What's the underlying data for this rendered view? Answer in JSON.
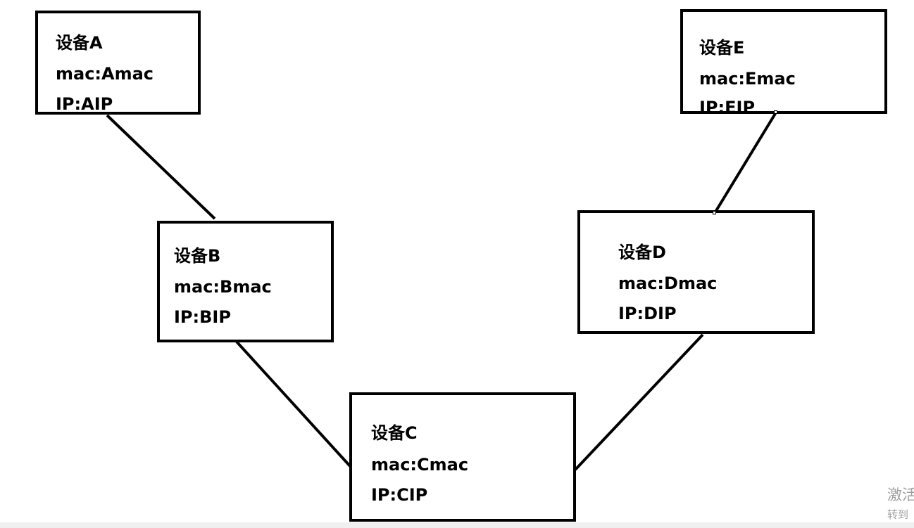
{
  "devices": [
    {
      "id": "A",
      "name": "设备A",
      "mac": "mac:Amac",
      "ip": "IP:AIP"
    },
    {
      "id": "B",
      "name": "设备B",
      "mac": "mac:Bmac",
      "ip": "IP:BIP"
    },
    {
      "id": "C",
      "name": "设备C",
      "mac": "mac:Cmac",
      "ip": "IP:CIP"
    },
    {
      "id": "D",
      "name": "设备D",
      "mac": "mac:Dmac",
      "ip": "IP:DIP"
    },
    {
      "id": "E",
      "name": "设备E",
      "mac": "mac:Emac",
      "ip": "IP:EIP"
    }
  ],
  "connections": [
    {
      "from": "A",
      "to": "B"
    },
    {
      "from": "B",
      "to": "C"
    },
    {
      "from": "C",
      "to": "D"
    },
    {
      "from": "D",
      "to": "E"
    }
  ],
  "watermark": {
    "line1": "激活",
    "line2": "转到"
  },
  "colors": {
    "border": "#000000",
    "background": "#ffffff",
    "watermark": "#a0a0a0"
  }
}
